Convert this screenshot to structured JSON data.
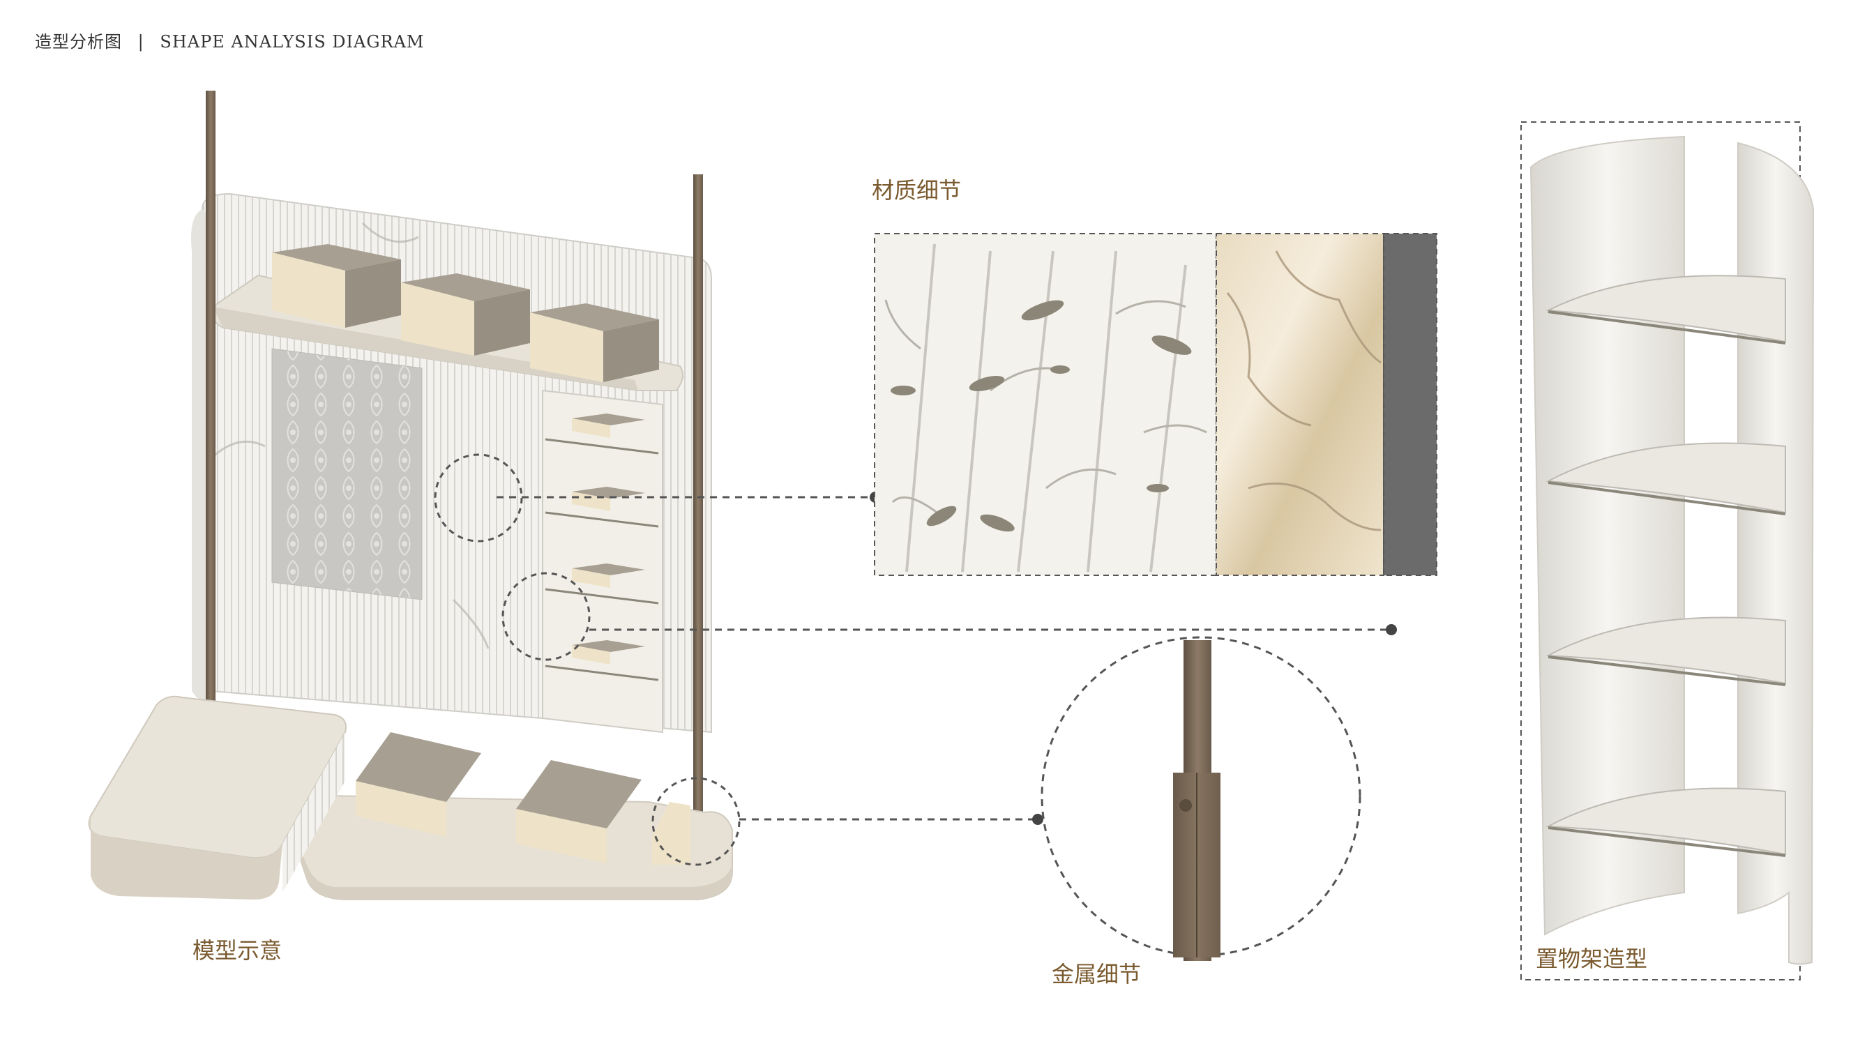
{
  "header": {
    "title_cn": "造型分析图",
    "separator": "|",
    "title_en": "SHAPE ANALYSIS DIAGRAM"
  },
  "labels": {
    "model": "模型示意",
    "material": "材质细节",
    "metal": "金属细节",
    "shelf": "置物架造型"
  },
  "colors": {
    "accent_label": "#7a5a2e",
    "bronze": "#7c6a58",
    "box_top": "#a79f91",
    "box_side": "#eee3c8",
    "cream": "#e9e3d7",
    "dashed": "#555555",
    "marble_gray": "#6b6b6b"
  }
}
